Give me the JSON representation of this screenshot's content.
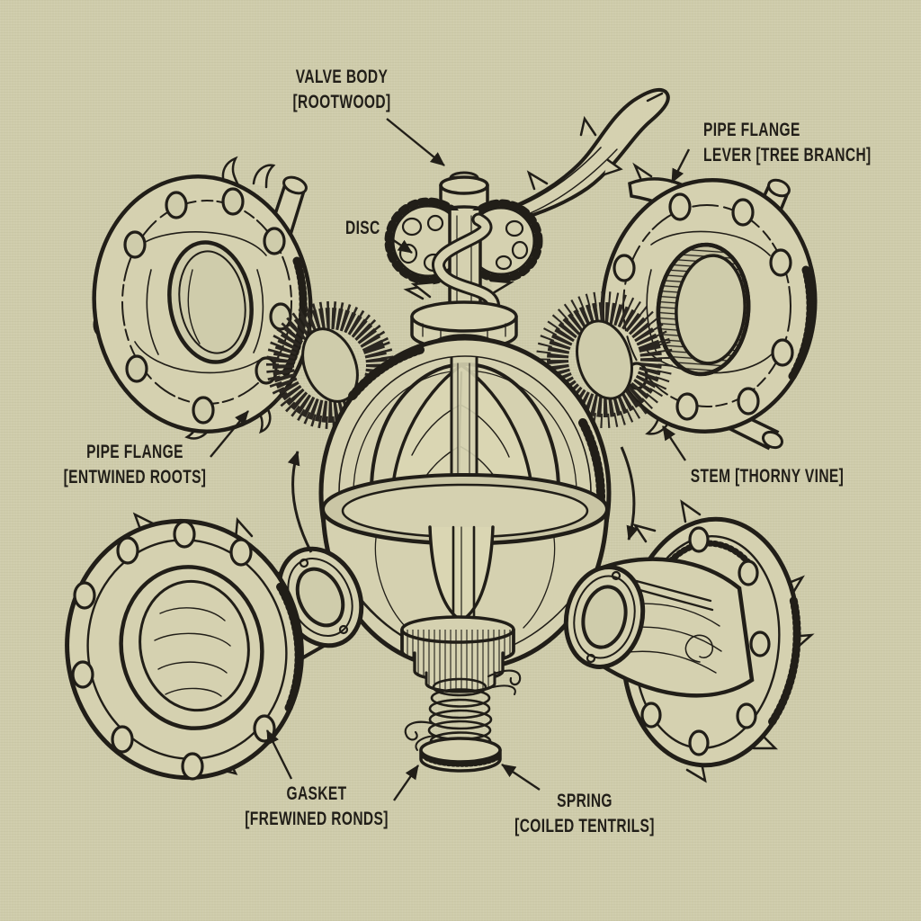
{
  "page": {
    "paper_color": "#cfccab",
    "ink_color": "#211e18",
    "piece_color": "#d5d1b0",
    "leaf_color": "#dad6b3",
    "fuzz_color": "#2b2721"
  },
  "labels": {
    "valve_body": {
      "line1": "VALVE BODY",
      "line2": "[ROOTWOOD]"
    },
    "pipe_flange_lever": {
      "line1": "PIPE FLANGE",
      "line2": "LEVER [TREE BRANCH]"
    },
    "disc": {
      "line1": "DISC"
    },
    "pipe_flange_roots": {
      "line1": "PIPE FLANGE",
      "line2": "[ENTWINED ROOTS]"
    },
    "stem": {
      "line1": "STEM [THORNY VINE]"
    },
    "gasket": {
      "line1": "GASKET",
      "line2": "[FREWINED RONDS]"
    },
    "spring": {
      "line1": "SPRING",
      "line2": "[COILED TENTRILS]"
    }
  }
}
